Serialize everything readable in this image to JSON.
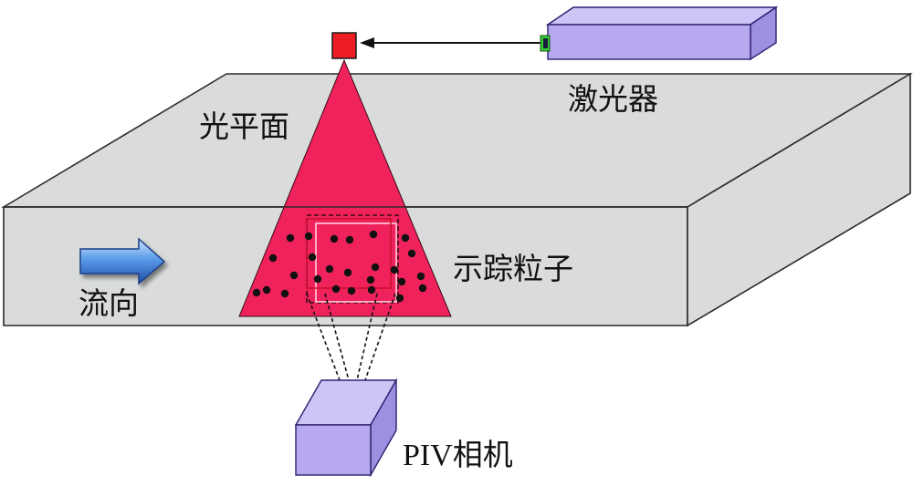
{
  "labels": {
    "laser": "激光器",
    "light_sheet": "光平面",
    "tracer_particles": "示踪粒子",
    "flow_direction": "流向",
    "camera_prefix": "PIV",
    "camera_suffix": "相机"
  },
  "colors": {
    "channel_fill": "#d9dcda",
    "channel_stroke": "#2a2a2a",
    "laser_sheet": "#f0225c",
    "laser_source": "#ee1d24",
    "device_fill": "#b7a8ef",
    "device_top": "#cfc4f6",
    "device_stroke": "#2b2270",
    "particle": "#111111",
    "arrow_blue": "#2d6fd0",
    "laser_aperture": "#33cc33"
  },
  "icons": {
    "flow_arrow": "right-arrow-icon",
    "laser_device": "laser-box-icon",
    "camera_device": "camera-box-icon"
  }
}
